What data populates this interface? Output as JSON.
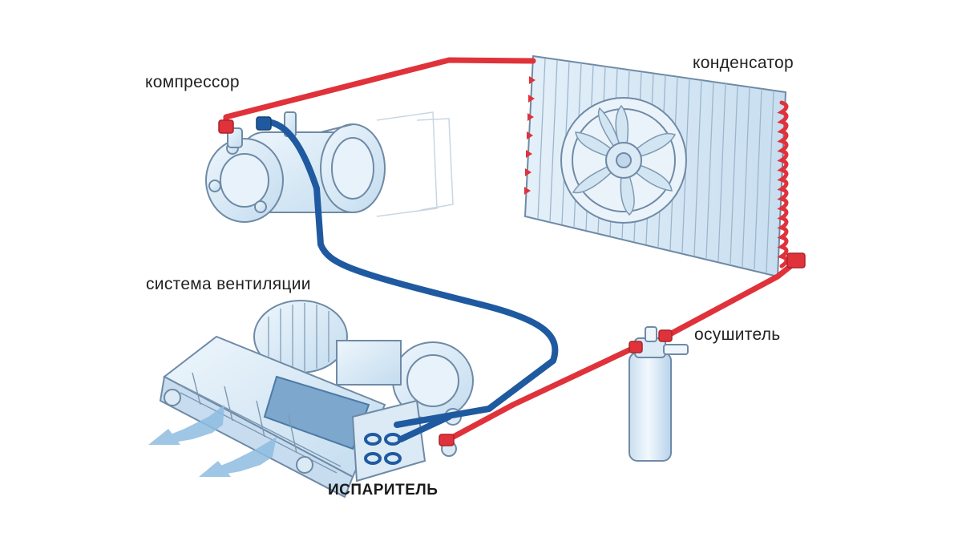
{
  "labels": {
    "compressor": "компрессор",
    "condenser": "конденсатор",
    "ventilation": "система вентиляции",
    "dryer": "осушитель",
    "evaporator": "ИСПАРИТЕЛЬ"
  },
  "colors": {
    "hot_line": "#e0323a",
    "cold_line": "#1f5aa0",
    "component_fill": "#dcecf7",
    "component_stroke": "#6f8aa6",
    "airflow": "#8fbde0"
  }
}
